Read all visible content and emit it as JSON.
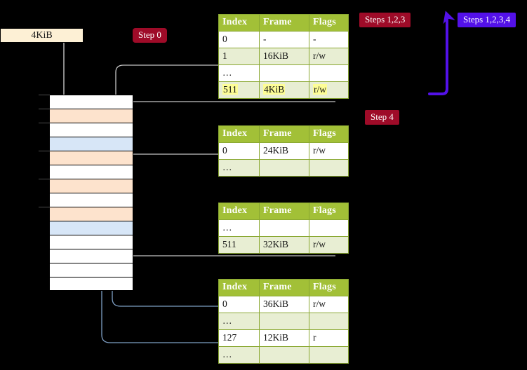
{
  "diagram": {
    "title": "page-table-walk-diagram",
    "background_color": "#000000",
    "labels": {
      "kib_box": "4KiB",
      "step0": "Step 0",
      "steps123": "Steps 1,2,3",
      "step4": "Step 4",
      "steps1234": "Steps 1,2,3,4"
    },
    "colors": {
      "badge_red": "#9e0b28",
      "badge_purple": "#5311e8",
      "table_header": "#a2c037",
      "table_border": "#8aa832",
      "row_tint": "#e8eed3",
      "highlight": "#fdfd96",
      "memory_peach": "#fde3cd",
      "memory_blue": "#d7e6f7",
      "kib_box_fill": "#fdf0d5",
      "wire_gray": "#bfbfbf",
      "wire_blue": "#7e9fc4"
    }
  },
  "tables": [
    {
      "name": "page-table-level-1",
      "columns": [
        "Index",
        "Frame",
        "Flags"
      ],
      "rows": [
        {
          "index": "0",
          "frame": "-",
          "flags": "-",
          "style": "plain",
          "highlight": false
        },
        {
          "index": "1",
          "frame": "16KiB",
          "flags": "r/w",
          "style": "tint",
          "highlight": false
        },
        {
          "index": "…",
          "frame": "",
          "flags": "",
          "style": "plain",
          "highlight": false
        },
        {
          "index": "511",
          "frame": "4KiB",
          "flags": "r/w",
          "style": "tint",
          "highlight": true
        }
      ]
    },
    {
      "name": "page-table-level-2",
      "columns": [
        "Index",
        "Frame",
        "Flags"
      ],
      "rows": [
        {
          "index": "0",
          "frame": "24KiB",
          "flags": "r/w",
          "style": "plain",
          "highlight": false
        },
        {
          "index": "…",
          "frame": "",
          "flags": "",
          "style": "tint",
          "highlight": false
        }
      ]
    },
    {
      "name": "page-table-level-3",
      "columns": [
        "Index",
        "Frame",
        "Flags"
      ],
      "rows": [
        {
          "index": "…",
          "frame": "",
          "flags": "",
          "style": "plain",
          "highlight": false
        },
        {
          "index": "511",
          "frame": "32KiB",
          "flags": "r/w",
          "style": "tint",
          "highlight": false
        }
      ]
    },
    {
      "name": "page-table-level-4",
      "columns": [
        "Index",
        "Frame",
        "Flags"
      ],
      "rows": [
        {
          "index": "0",
          "frame": "36KiB",
          "flags": "r/w",
          "style": "plain",
          "highlight": false
        },
        {
          "index": "…",
          "frame": "",
          "flags": "",
          "style": "tint",
          "highlight": false
        },
        {
          "index": "127",
          "frame": "12KiB",
          "flags": "r",
          "style": "plain",
          "highlight": false
        },
        {
          "index": "…",
          "frame": "",
          "flags": "",
          "style": "tint",
          "highlight": false
        }
      ]
    }
  ],
  "memory_column": {
    "name": "physical-memory-frames",
    "frame_count": 14,
    "frames": [
      {
        "fill": "white"
      },
      {
        "fill": "peach"
      },
      {
        "fill": "white"
      },
      {
        "fill": "blue"
      },
      {
        "fill": "peach"
      },
      {
        "fill": "white"
      },
      {
        "fill": "peach"
      },
      {
        "fill": "white"
      },
      {
        "fill": "peach"
      },
      {
        "fill": "blue"
      },
      {
        "fill": "white"
      },
      {
        "fill": "white"
      },
      {
        "fill": "white"
      },
      {
        "fill": "white"
      }
    ],
    "tick_rows": [
      0,
      1,
      2,
      4,
      6,
      8
    ]
  }
}
